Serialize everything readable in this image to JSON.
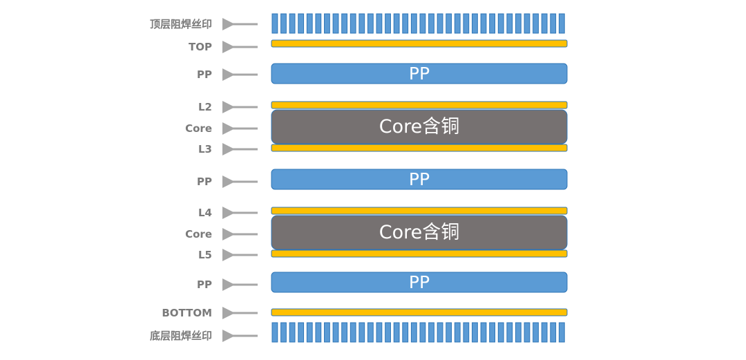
{
  "diagram": {
    "colors": {
      "label_text": "#7a7a7a",
      "arrow": "#a6a6a6",
      "solder_mask": "#5b9bd5",
      "solder_mask_border": "#2e75b6",
      "copper": "#ffc000",
      "copper_border": "#2e75b6",
      "prepreg": "#5b9bd5",
      "prepreg_border": "#2e75b6",
      "core": "#767171",
      "core_border": "#2e75b6",
      "layer_text": "#ffffff"
    },
    "layers": [
      {
        "kind": "solder_mask",
        "label": "顶层阻焊丝印",
        "text": ""
      },
      {
        "kind": "copper",
        "label": "TOP",
        "text": ""
      },
      {
        "kind": "prepreg",
        "label": "PP",
        "text": "PP"
      },
      {
        "kind": "copper",
        "label": "L2",
        "text": ""
      },
      {
        "kind": "core",
        "label": "Core",
        "text": "Core含铜"
      },
      {
        "kind": "copper",
        "label": "L3",
        "text": ""
      },
      {
        "kind": "prepreg",
        "label": "PP",
        "text": "PP"
      },
      {
        "kind": "copper",
        "label": "L4",
        "text": ""
      },
      {
        "kind": "core",
        "label": "Core",
        "text": "Core含铜"
      },
      {
        "kind": "copper",
        "label": "L5",
        "text": ""
      },
      {
        "kind": "prepreg",
        "label": "PP",
        "text": "PP"
      },
      {
        "kind": "copper",
        "label": "BOTTOM",
        "text": ""
      },
      {
        "kind": "solder_mask",
        "label": "底层阻焊丝印",
        "text": ""
      }
    ]
  }
}
